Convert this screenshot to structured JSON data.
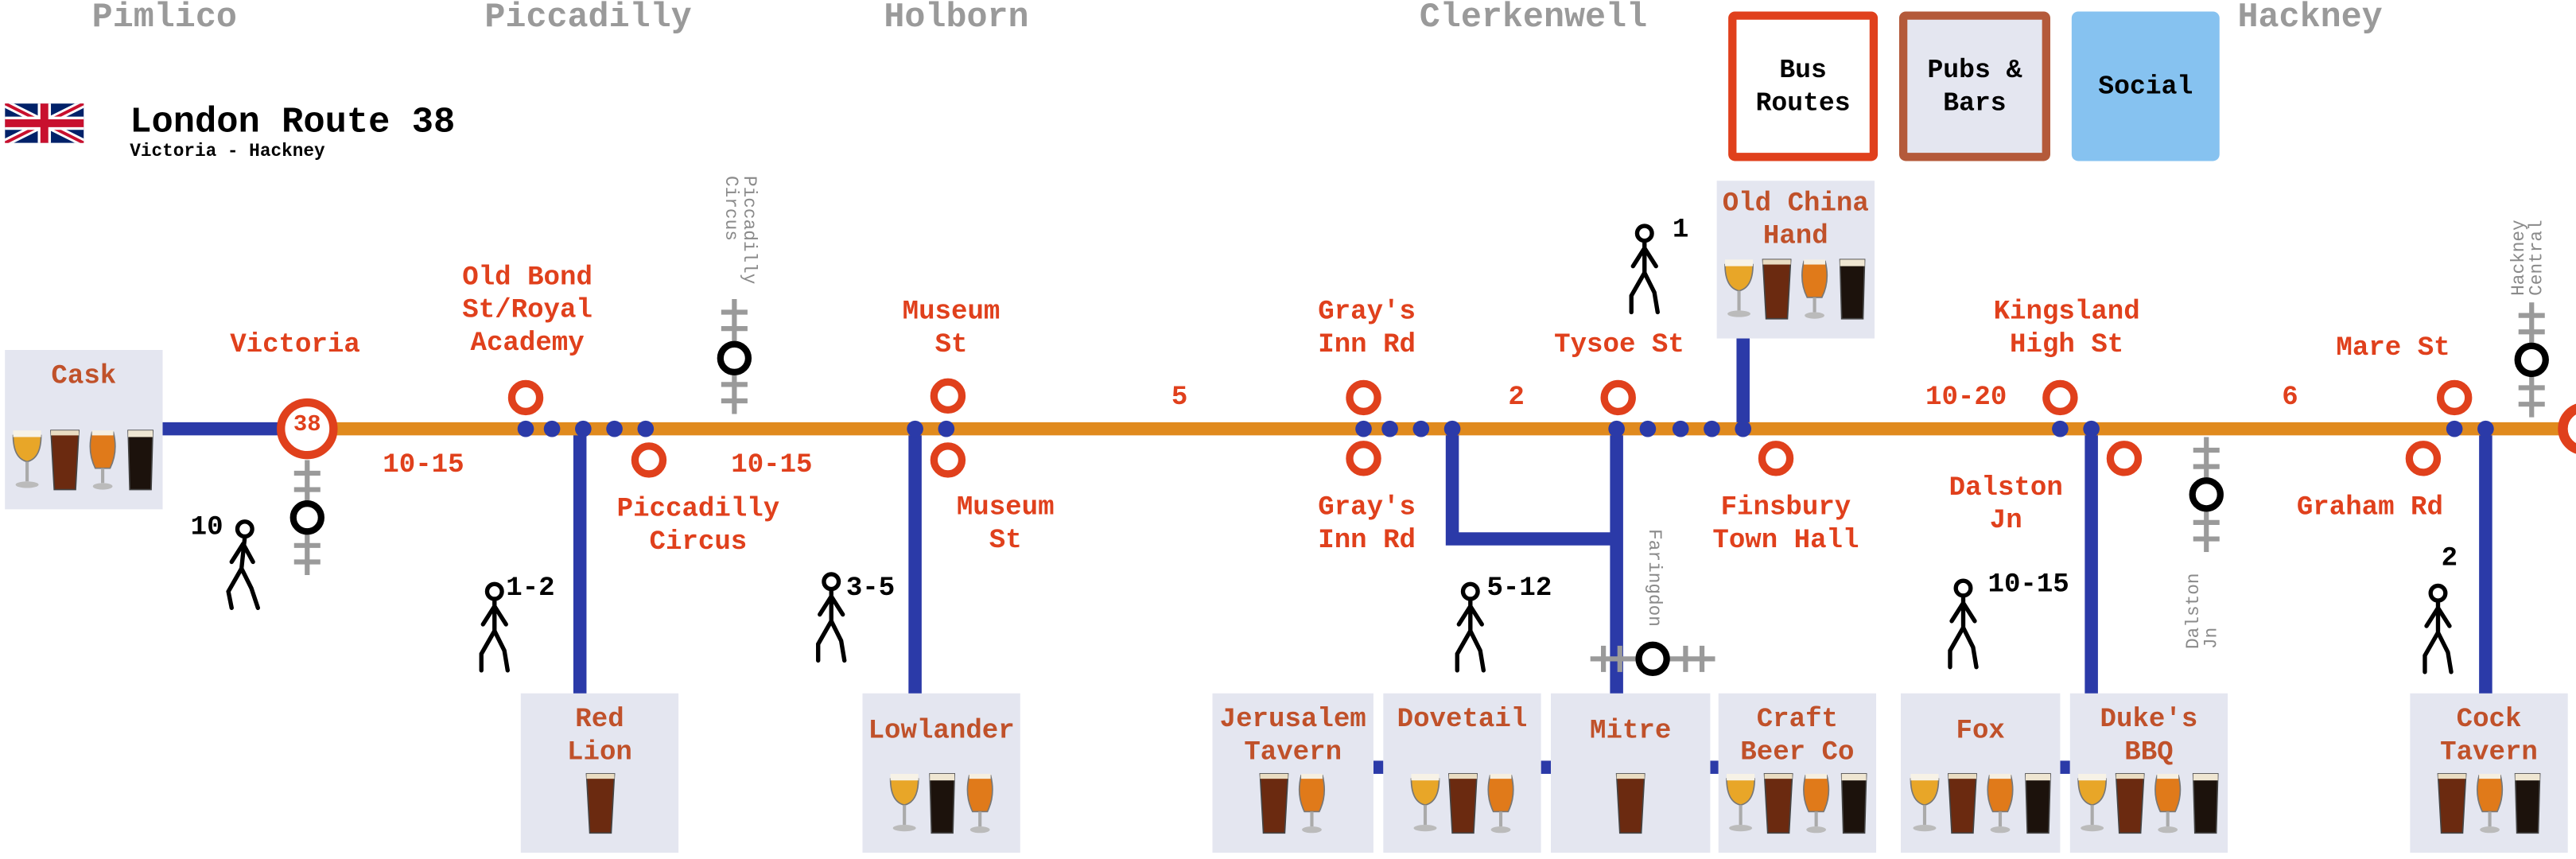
{
  "header": {
    "title": "London Route 38",
    "subtitle": "Victoria - Hackney"
  },
  "areas": [
    "Pimlico",
    "Piccadilly",
    "Holborn",
    "Clerkenwell",
    "Hackney"
  ],
  "filters": {
    "bus_routes": "Bus\nRoutes",
    "pubs_bars": "Pubs &\nBars",
    "social": "Social"
  },
  "route_badge": "38",
  "stops": {
    "victoria": "Victoria",
    "old_bond": "Old Bond\nSt/Royal\nAcademy",
    "piccadilly_circus": "Piccadilly\nCircus",
    "museum_st_north": "Museum\nSt",
    "museum_st_south": "Museum\nSt",
    "grays_inn_north": "Gray's\nInn Rd",
    "grays_inn_south": "Gray's\nInn Rd",
    "tysoe": "Tysoe St",
    "finsbury": "Finsbury\nTown Hall",
    "kingsland": "Kingsland\nHigh St",
    "dalston": "Dalston\nJn",
    "mare": "Mare St",
    "graham": "Graham Rd"
  },
  "stations": {
    "piccadilly_circus": "Piccadilly\nCircus",
    "faringdon": "Faringdon",
    "dalston_jn": "Dalston\nJn",
    "hackney_central": "Hackney\nCentral"
  },
  "bus_times": {
    "t1": "10-15",
    "t2": "10-15",
    "t3": "5",
    "t4": "2",
    "t5": "10-20",
    "t6": "6"
  },
  "walk_times": {
    "w_cask": "10",
    "w_red_lion": "1-2",
    "w_lowlander": "3-5",
    "w_mitre": "5-12",
    "w_old_china": "1",
    "w_fox": "10-15",
    "w_cock": "2"
  },
  "pubs": {
    "cask": "Cask",
    "red_lion": "Red\nLion",
    "lowlander": "Lowlander",
    "jerusalem": "Jerusalem\nTavern",
    "dovetail": "Dovetail",
    "mitre": "Mitre",
    "craft": "Craft\nBeer Co",
    "old_china": "Old China\nHand",
    "fox": "Fox",
    "dukes": "Duke's\nBBQ",
    "cock": "Cock\nTavern"
  },
  "colors": {
    "bus_route": "#e08a1e",
    "stop_red": "#e0401c",
    "walk_link": "#2b3aa8",
    "label_red": "#e0401c",
    "pub_bg": "#e4e6f0",
    "pub_name": "#c0512a",
    "area_grey": "#9a9a9a",
    "social_blue": "#86c2f0"
  },
  "icons": [
    "uk-flag-icon",
    "walking-person-icon",
    "bus-stop-icon",
    "rail-station-icon",
    "beer-glass-icon"
  ]
}
